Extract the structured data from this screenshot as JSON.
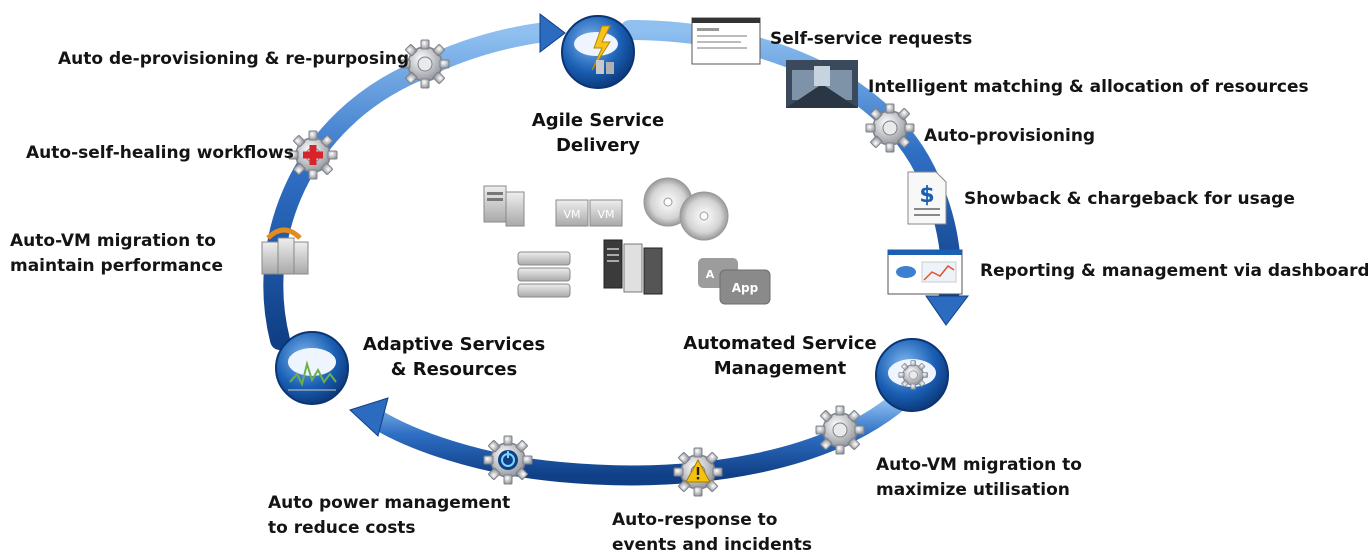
{
  "hubs": {
    "agile": {
      "line1": "Agile Service",
      "line2": "Delivery"
    },
    "automated": {
      "line1": "Automated Service",
      "line2": "Management"
    },
    "adaptive": {
      "line1": "Adaptive Services",
      "line2": "& Resources"
    }
  },
  "labels": {
    "self_service": "Self-service requests",
    "intelligent_matching": "Intelligent matching  & allocation of resources",
    "auto_provisioning": "Auto-provisioning",
    "showback": "Showback & chargeback for usage",
    "reporting": "Reporting & management via dashboard",
    "auto_vm_max_1": "Auto-VM migration to",
    "auto_vm_max_2": "maximize utilisation",
    "auto_response_1": "Auto-response to",
    "auto_response_2": "events and incidents",
    "auto_power_1": "Auto power management",
    "auto_power_2": "to reduce costs",
    "auto_vm_perf_1": "Auto-VM migration to",
    "auto_vm_perf_2": "maintain performance",
    "self_healing": "Auto-self-healing workflows",
    "deprovisioning": "Auto de-provisioning & re-purposing"
  },
  "center_icons": {
    "vm_label": "VM",
    "app_label": "App",
    "app_back_label": "A"
  },
  "colors": {
    "ring_dark": "#1d4f9e",
    "ring_light": "#6fa8e6",
    "hub_blue": "#1a5fb4",
    "gear": "#b9bcc2",
    "alert": "#f4c20d",
    "cross": "#d8232a"
  }
}
